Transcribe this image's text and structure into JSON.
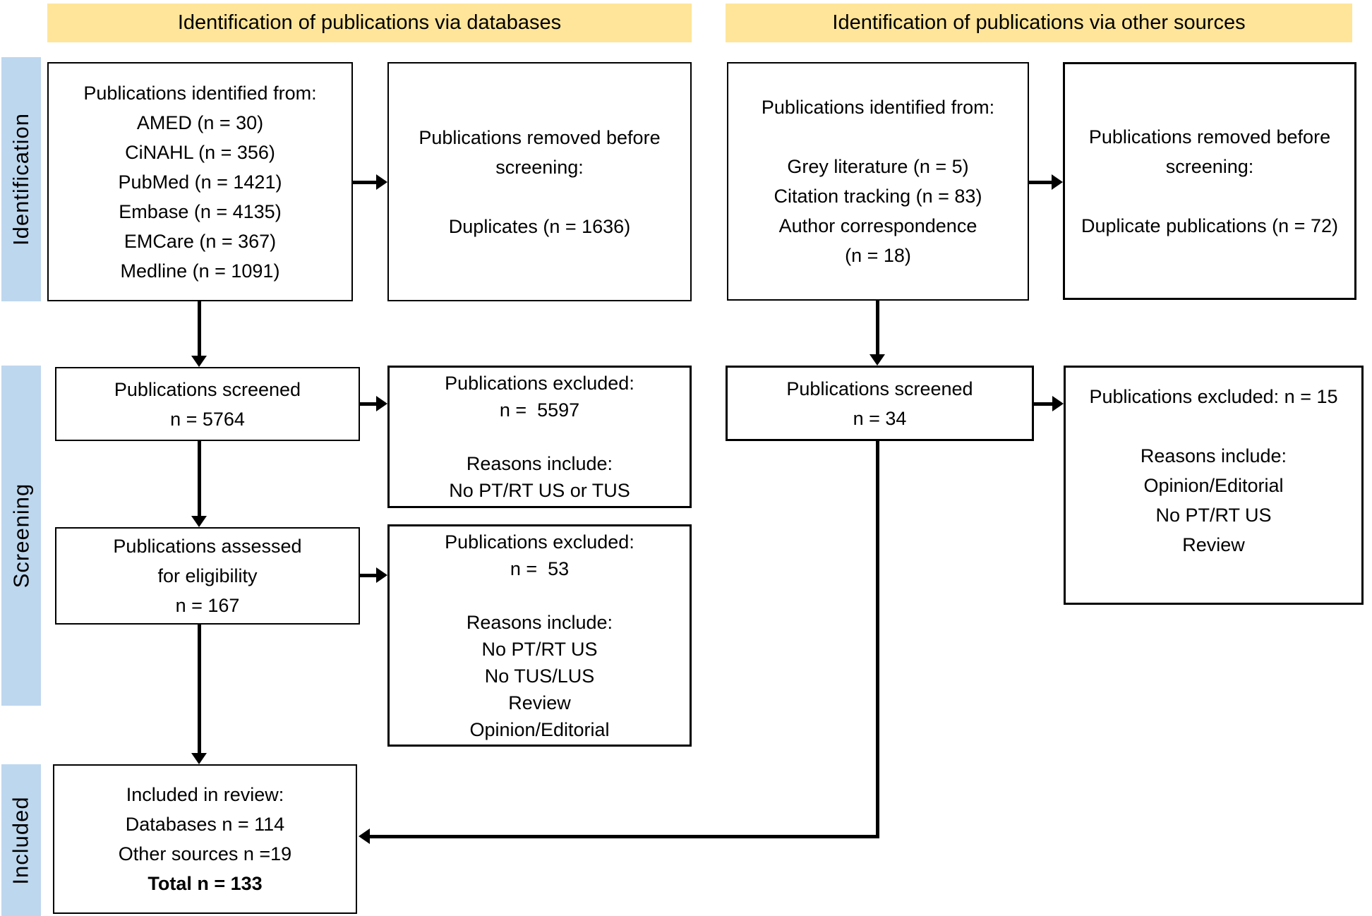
{
  "figure": {
    "type": "prisma-flow-diagram",
    "headers": {
      "databases": "Identification of publications via databases",
      "other_sources": "Identification of publications via other sources"
    },
    "stages": {
      "identification": "Identification",
      "screening": "Screening",
      "included": "Included"
    },
    "colors": {
      "header_band": "#FFE599",
      "stage_ribbon": "#BDD7EE",
      "box_border": "#000000",
      "arrow": "#000000",
      "background": "#FFFFFF"
    },
    "boxes": {
      "db_identified": {
        "lines": [
          "Publications identified from:",
          "AMED (n = 30)",
          "CiNAHL (n = 356)",
          "PubMed (n = 1421)",
          "Embase (n = 4135)",
          "EMCare (n = 367)",
          "Medline (n = 1091)"
        ]
      },
      "db_removed": {
        "lines": [
          "Publications removed before screening:",
          "",
          "Duplicates (n = 1636)"
        ]
      },
      "db_screened": {
        "lines": [
          "Publications screened",
          "n = 5764"
        ]
      },
      "db_excluded_screening": {
        "lines": [
          "Publications excluded:",
          "n =  5597",
          "",
          "Reasons include:",
          "No PT/RT US or TUS"
        ]
      },
      "db_assessed": {
        "lines": [
          "Publications assessed",
          "for eligibility",
          "n = 167"
        ]
      },
      "db_excluded_eligibility": {
        "lines": [
          "Publications excluded:",
          "n =  53",
          "",
          "Reasons include:",
          "No PT/RT US",
          "No TUS/LUS",
          "Review",
          "Opinion/Editorial"
        ]
      },
      "included_review": {
        "lines": [
          "Included in review:",
          "Databases n = 114",
          "Other sources n =19",
          "Total n = 133"
        ]
      },
      "os_identified": {
        "lines": [
          "Publications identified from:",
          "",
          "Grey literature (n = 5)",
          "Citation tracking (n = 83)",
          "Author correspondence",
          "(n = 18)"
        ]
      },
      "os_removed": {
        "lines": [
          "Publications removed before screening:",
          "",
          "Duplicate publications (n = 72)"
        ]
      },
      "os_screened": {
        "lines": [
          "Publications screened",
          "n = 34"
        ]
      },
      "os_excluded": {
        "lines": [
          "Publications excluded: n = 15",
          "",
          "Reasons include:",
          "Opinion/Editorial",
          "No PT/RT US",
          "Review"
        ]
      }
    }
  }
}
